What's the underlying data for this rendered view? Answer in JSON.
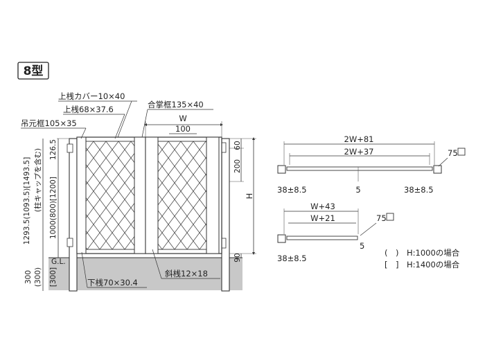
{
  "type_label": "8型",
  "labels": {
    "top_rail_cover": "上桟カバー10×40",
    "top_rail": "上桟68×37.6",
    "hinge_frame": "吊元框105×35",
    "meeting_frame": "合掌框135×40",
    "bottom_rail": "下桟70×30.4",
    "diagonal_bar": "斜桟12×18",
    "ground_line": "G.L."
  },
  "dimensions": {
    "w": "W",
    "w100": "100",
    "d126": "126.5",
    "d60": "60",
    "d200": "200",
    "h": "H",
    "d90": "90",
    "d300a": "300",
    "d300b": "(300)",
    "d300c": "[300]",
    "left_height_1": "1293.5(1093.5)[1493.5]",
    "left_height_2": "(柱キャップを含む)",
    "left_height_3": "1000(800)[1200]"
  },
  "plan_top": {
    "dim1": "2W+81",
    "dim2": "2W+37",
    "left": "38±8.5",
    "center": "5",
    "right": "38±8.5",
    "post": "75"
  },
  "plan_bottom": {
    "dim1": "W+43",
    "dim2": "W+21",
    "left": "38±8.5",
    "right": "5",
    "post": "75"
  },
  "legend": {
    "line1_paren": "(　)",
    "line1_text": "H:1000の場合",
    "line2_paren": "[　]",
    "line2_text": "H:1400の場合"
  }
}
